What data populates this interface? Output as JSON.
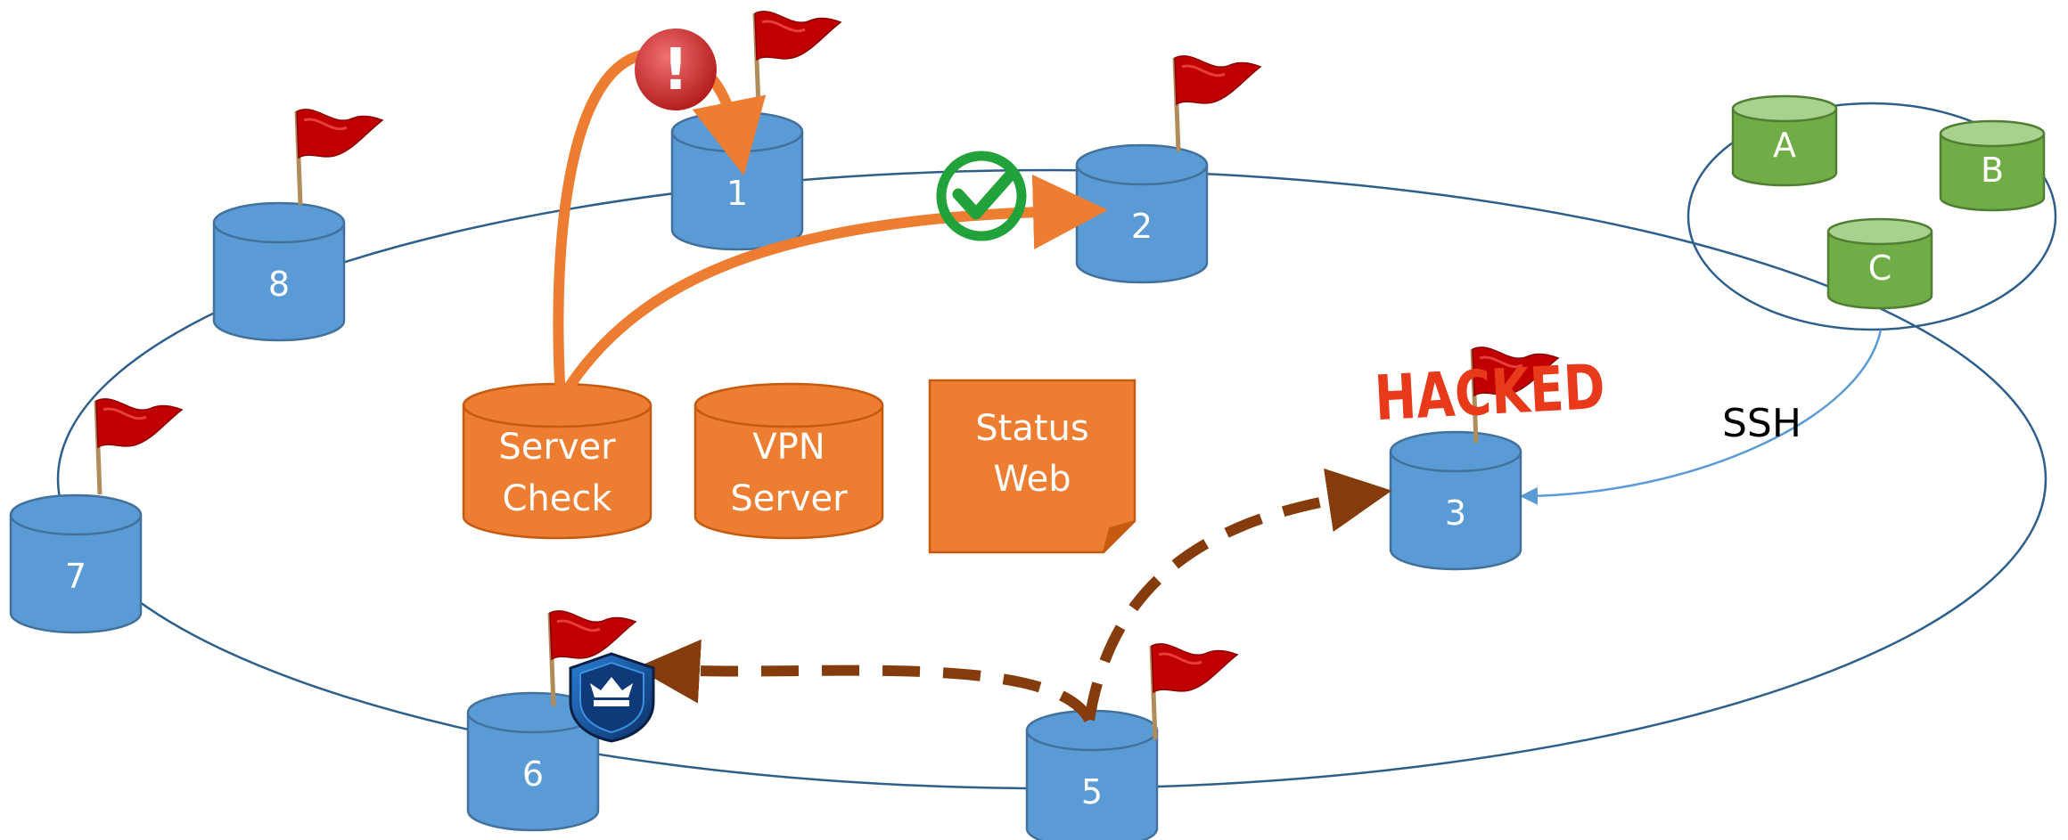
{
  "colors": {
    "node_fill": "#5b9bd5",
    "node_stroke": "#41719c",
    "central_fill": "#ed7d31",
    "central_stroke": "#c55a11",
    "remote_fill": "#70ad47",
    "remote_stroke": "#507e32",
    "flag_red": "#c00000",
    "check_green": "#22a23a",
    "alert_red": "#c0392b",
    "attack_brown": "#843c0c",
    "hacked_red": "#e8391a",
    "ring_line": "#2e5f8a"
  },
  "nodes": [
    {
      "id": "1",
      "label": "1",
      "flag": true
    },
    {
      "id": "2",
      "label": "2",
      "flag": true
    },
    {
      "id": "3",
      "label": "3",
      "flag": true,
      "status": "hacked"
    },
    {
      "id": "5",
      "label": "5",
      "flag": true
    },
    {
      "id": "6",
      "label": "6",
      "flag": true,
      "badge": "crown-shield-icon"
    },
    {
      "id": "7",
      "label": "7",
      "flag": true
    },
    {
      "id": "8",
      "label": "8",
      "flag": true
    }
  ],
  "central": {
    "server_check": {
      "line1": "Server",
      "line2": "Check"
    },
    "vpn_server": {
      "line1": "VPN",
      "line2": "Server"
    },
    "status_web": {
      "line1": "Status",
      "line2": "Web"
    }
  },
  "remote": [
    {
      "id": "A",
      "label": "A"
    },
    {
      "id": "B",
      "label": "B"
    },
    {
      "id": "C",
      "label": "C"
    }
  ],
  "ssh_label": "SSH",
  "hacked_label": "HACKED",
  "alert_glyph": "!",
  "icons": {
    "flag": "red-flag-icon",
    "check": "green-check-icon",
    "alert": "red-alert-icon",
    "crown": "crown-shield-icon"
  }
}
